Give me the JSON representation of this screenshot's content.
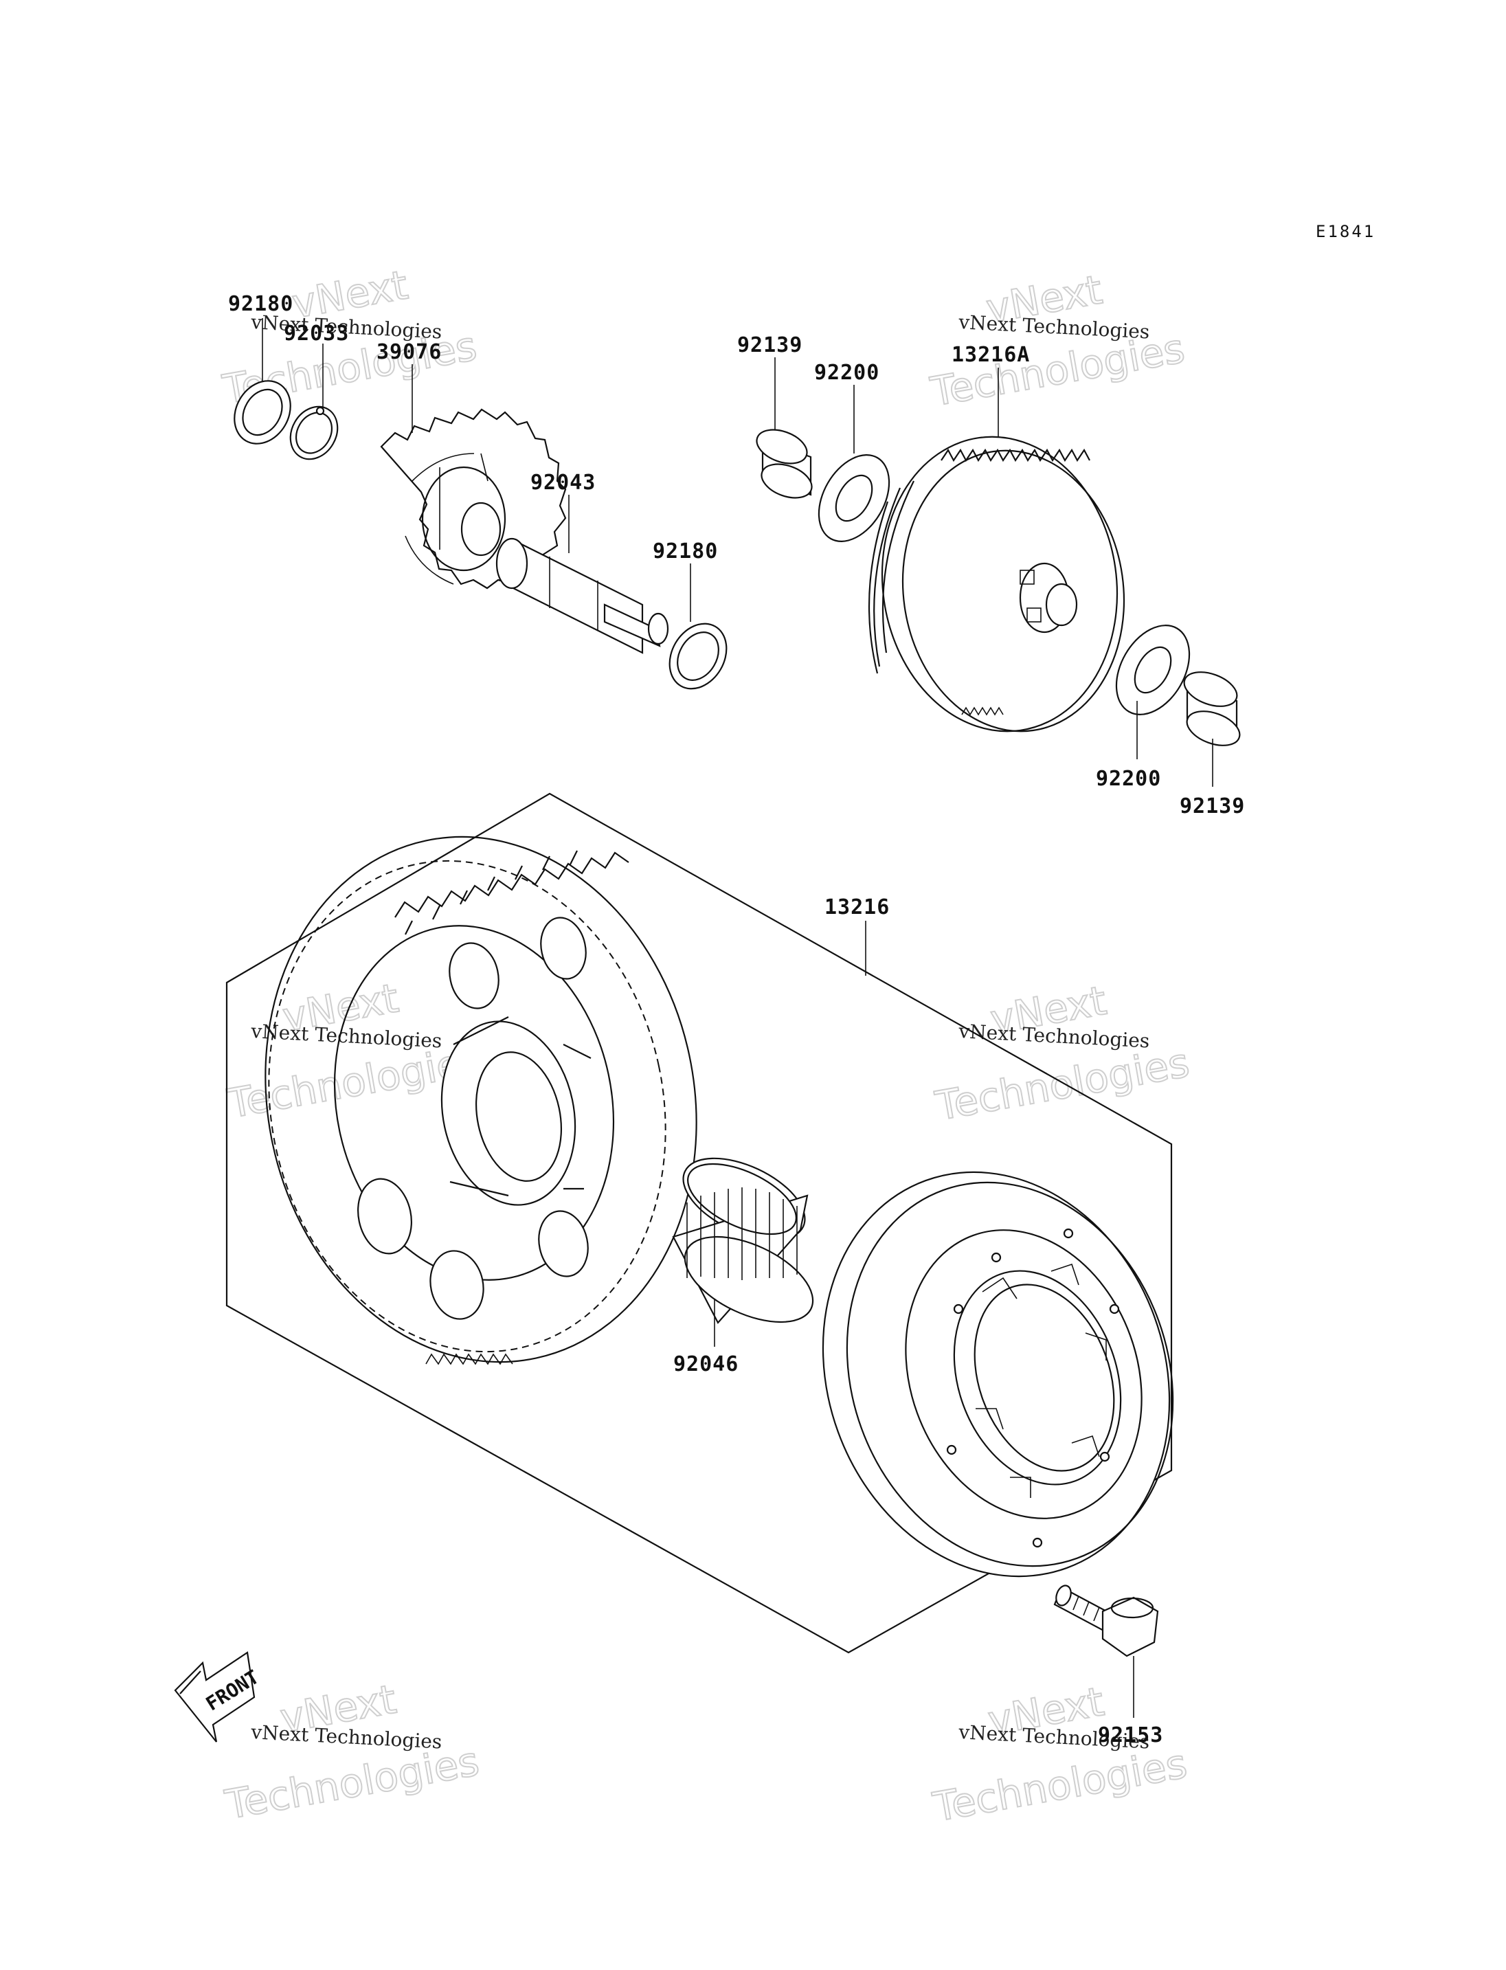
{
  "diagram": {
    "code": "E1841",
    "labels": {
      "p92180_top": "92180",
      "p92033": "92033",
      "p39076": "39076",
      "p92043": "92043",
      "p92180_shaft": "92180",
      "p92139_top": "92139",
      "p92200_top": "92200",
      "p13216A": "13216A",
      "p92200_bottom": "92200",
      "p92139_bottom": "92139",
      "p13216": "13216",
      "p92046": "92046",
      "p92153": "92153"
    },
    "front_label": "FRONT",
    "watermark": {
      "line1": "vNext Technologies",
      "line2a": "vNext",
      "line2b": "Technologies"
    }
  }
}
